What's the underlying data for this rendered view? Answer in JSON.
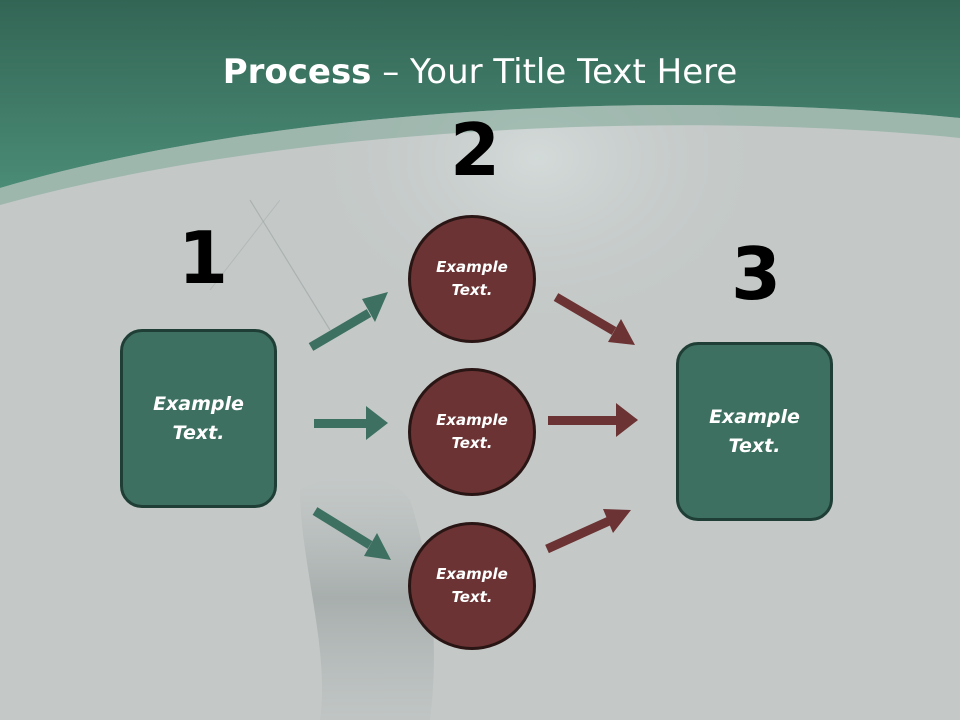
{
  "title": {
    "bold": "Process",
    "rest": " – Your Title Text Here"
  },
  "steps": [
    {
      "number": "1",
      "text": "Example\nText."
    },
    {
      "number": "2",
      "text": "Example\nText."
    },
    {
      "number": "3",
      "text": "Example\nText."
    }
  ],
  "circles": [
    {
      "text": "Example\nText."
    },
    {
      "text": "Example\nText."
    },
    {
      "text": "Example\nText."
    }
  ],
  "colors": {
    "header_green": "#3d7a66",
    "box_green": "#3d7060",
    "circle_red": "#6b3333",
    "arrow_green": "#3d7060",
    "arrow_red": "#6b3333",
    "background": "#c4c9c8"
  }
}
